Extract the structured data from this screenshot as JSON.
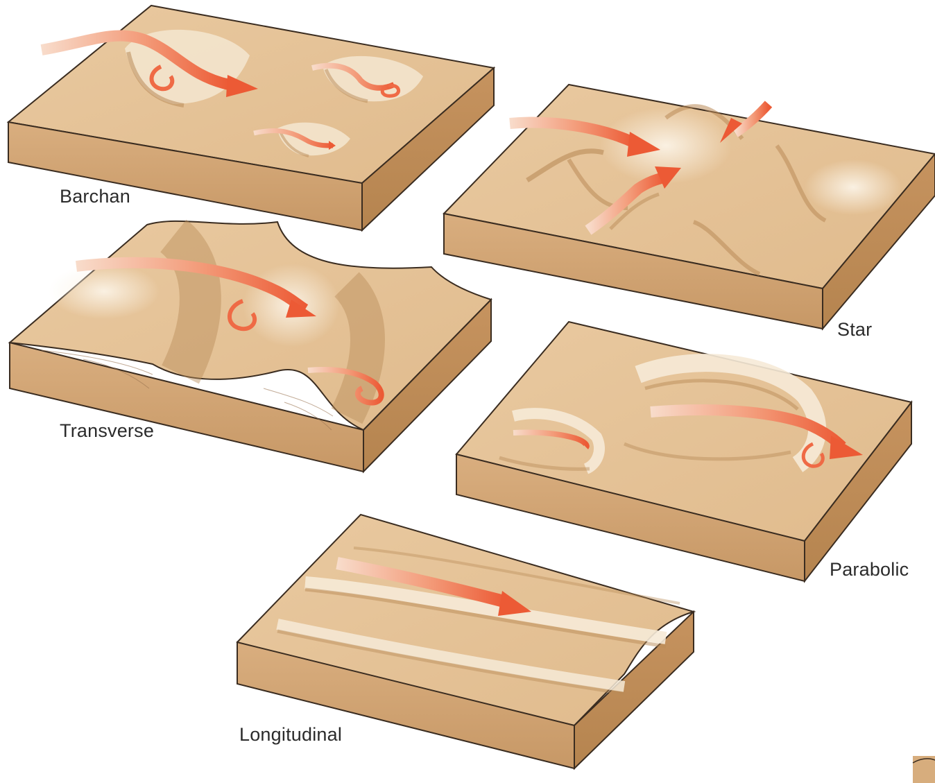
{
  "diagram": {
    "dunes": [
      {
        "id": "barchan",
        "label": "Barchan"
      },
      {
        "id": "transverse",
        "label": "Transverse"
      },
      {
        "id": "star",
        "label": "Star"
      },
      {
        "id": "parabolic",
        "label": "Parabolic"
      },
      {
        "id": "longitudinal",
        "label": "Longitudinal"
      }
    ],
    "colors": {
      "sand_top": "#e6c49a",
      "sand_light": "#f6ead7",
      "sand_side": "#d7ad7d",
      "sand_front": "#c99a68",
      "sand_shadow": "#b78a58",
      "outline": "#3a2c20",
      "wind_arrow": "#ef6a45",
      "wind_arrow_tail": "#f8dccb"
    }
  }
}
